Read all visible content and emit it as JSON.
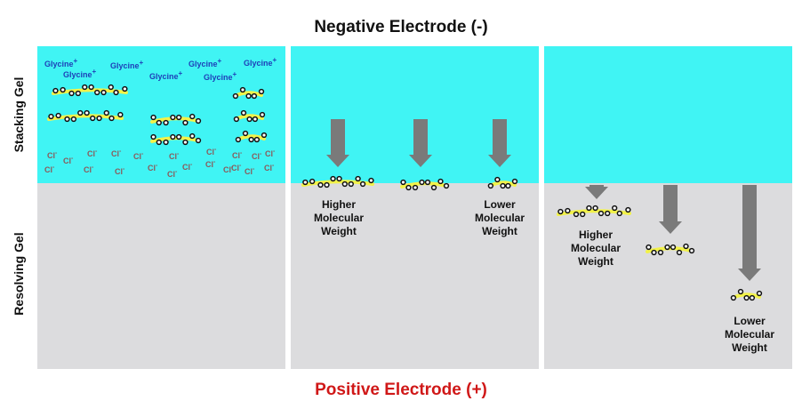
{
  "titles": {
    "negative_electrode": "Negative Electrode (-)",
    "positive_electrode": "Positive Electrode (+)"
  },
  "side_labels": {
    "stacking": "Stacking Gel",
    "resolving": "Resolving Gel"
  },
  "colors": {
    "stacking_gel": "#40F4F4",
    "resolving_gel": "#DCDCDE",
    "band": "#F2F24A",
    "arrow": "#7A7A7A",
    "glycine_text": "#1E3FB8",
    "chloride_text": "#8A5A5A",
    "positive_text": "#D01818",
    "negative_text": "#111111"
  },
  "ions": {
    "glycine_label": "Glycine",
    "glycine_charge": "+",
    "chloride_label": "Cl",
    "chloride_charge": "-",
    "glycine_count": 7,
    "chloride_count": 21
  },
  "panels": [
    {
      "name": "initial",
      "description": "Proteins loaded in stacking gel with glycine and chloride ions"
    },
    {
      "name": "stacked",
      "description": "Proteins stacked at stacking/resolving interface",
      "labels": {
        "left": [
          "Higher",
          "Molecular",
          "Weight"
        ],
        "right": [
          "Lower",
          "Molecular",
          "Weight"
        ]
      }
    },
    {
      "name": "resolved",
      "description": "Proteins separated by size in resolving gel",
      "labels": {
        "left": [
          "Higher",
          "Molecular",
          "Weight"
        ],
        "right": [
          "Lower",
          "Molecular",
          "Weight"
        ]
      }
    }
  ]
}
